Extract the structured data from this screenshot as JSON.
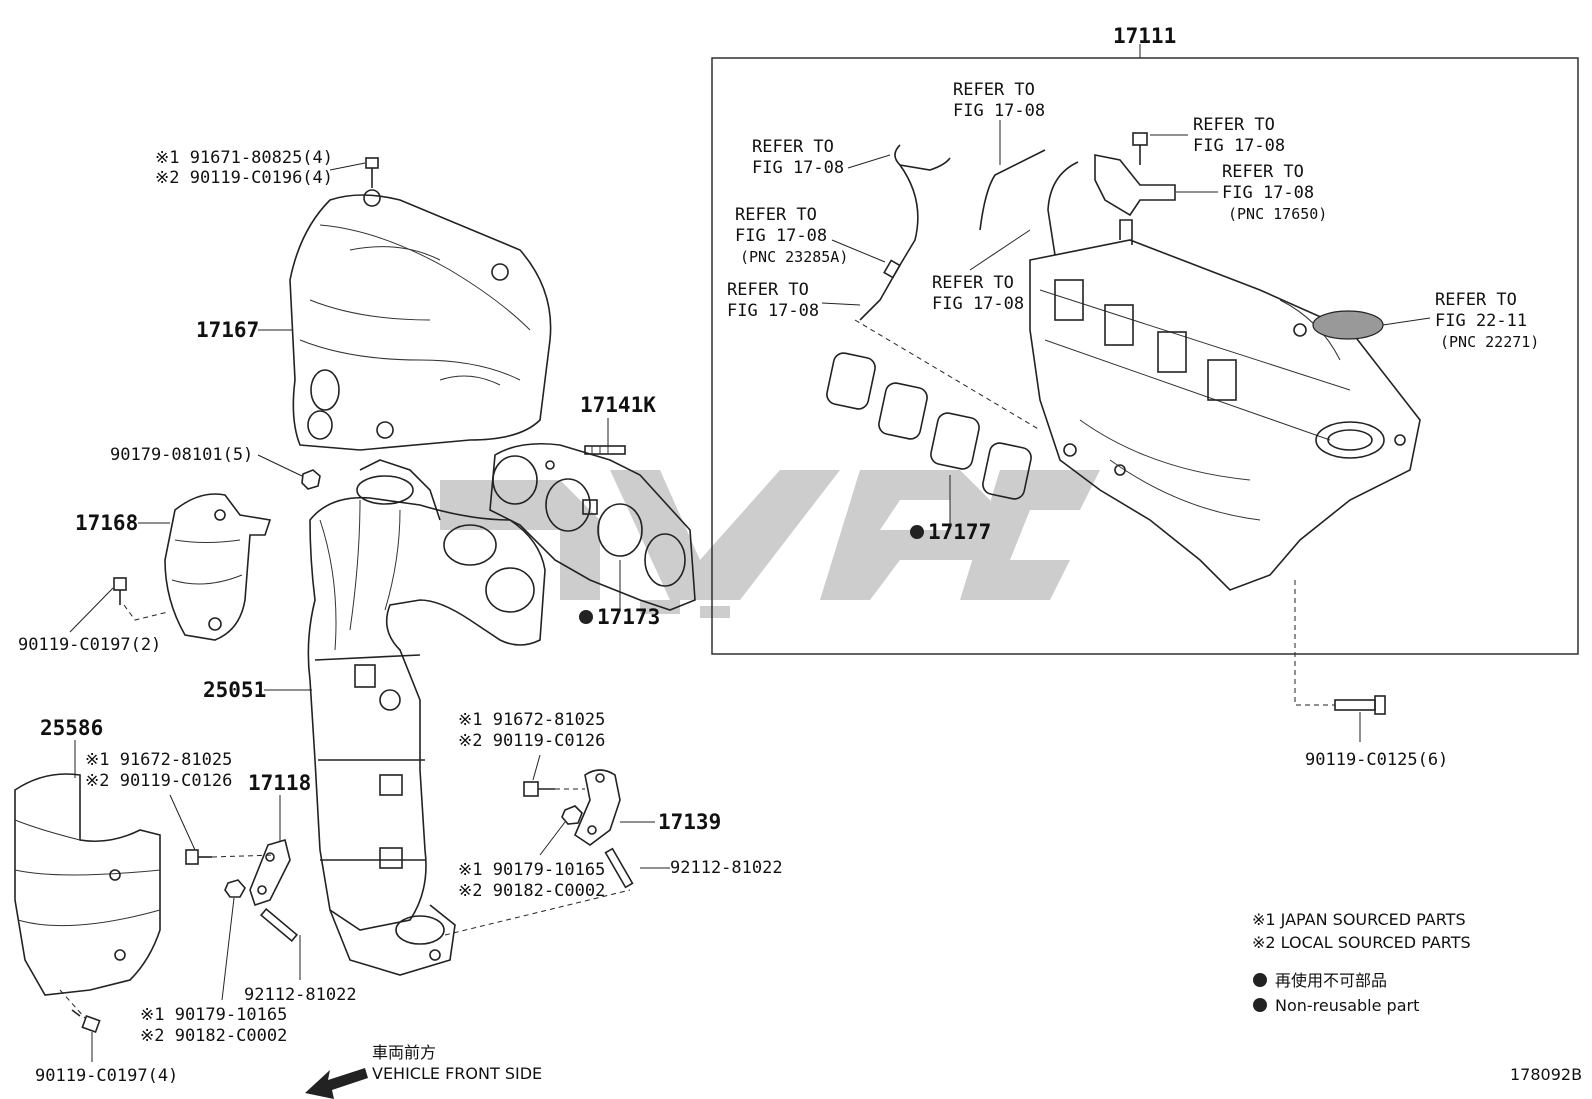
{
  "labels": {
    "p17111": "17111",
    "refer_1": "REFER TO",
    "refer_1b": "FIG 17-08",
    "refer_2": "REFER TO",
    "refer_2b": "FIG 17-08",
    "refer_3": "REFER TO",
    "refer_3b": "FIG 17-08",
    "refer_3c": "(PNC 23285A)",
    "refer_4": "REFER TO",
    "refer_4b": "FIG 17-08",
    "refer_5": "REFER TO",
    "refer_5b": "FIG 17-08",
    "refer_6": "REFER TO",
    "refer_6b": "FIG 17-08",
    "refer_7": "REFER TO",
    "refer_7b": "FIG 17-08",
    "refer_7c": "(PNC 17650)",
    "refer_8": "REFER TO",
    "refer_8b": "FIG 22-11",
    "refer_8c": "(PNC 22271)",
    "bolt_top_1": "※1 91671-80825(4)",
    "bolt_top_2": "※2 90119-C0196(4)",
    "p17167": "17167",
    "p90179_08101": "90179-08101(5)",
    "p17168": "17168",
    "p90119_c0197_2": "90119-C0197(2)",
    "p17141k": "17141K",
    "p17173": "17173",
    "p17177": "17177",
    "p25051": "25051",
    "p25586": "25586",
    "mid_1": "※1 91672-81025",
    "mid_2": "※2 90119-C0126",
    "left_1": "※1 91672-81025",
    "left_2": "※2 90119-C0126",
    "p17118": "17118",
    "p17139": "17139",
    "nut_1": "※1 90179-10165",
    "nut_2": "※2 90182-C0002",
    "p92112_right": "92112-81022",
    "p92112_left": "92112-81022",
    "bot_1": "※1 90179-10165",
    "bot_2": "※2 90182-C0002",
    "p90119_c0197_4": "90119-C0197(4)",
    "p90119_c0125_6": "90119-C0125(6)",
    "front_jp": "車両前方",
    "front_en": "VEHICLE FRONT SIDE",
    "fig_no": "178092B"
  },
  "legend": {
    "line1": "※1 JAPAN SOURCED PARTS",
    "line2": "※2 LOCAL SOURCED PARTS",
    "line3": "再使用不可部品",
    "line4": "Non-reusable part"
  },
  "colors": {
    "line": "#222222",
    "watermark": "#c8c8c8"
  }
}
